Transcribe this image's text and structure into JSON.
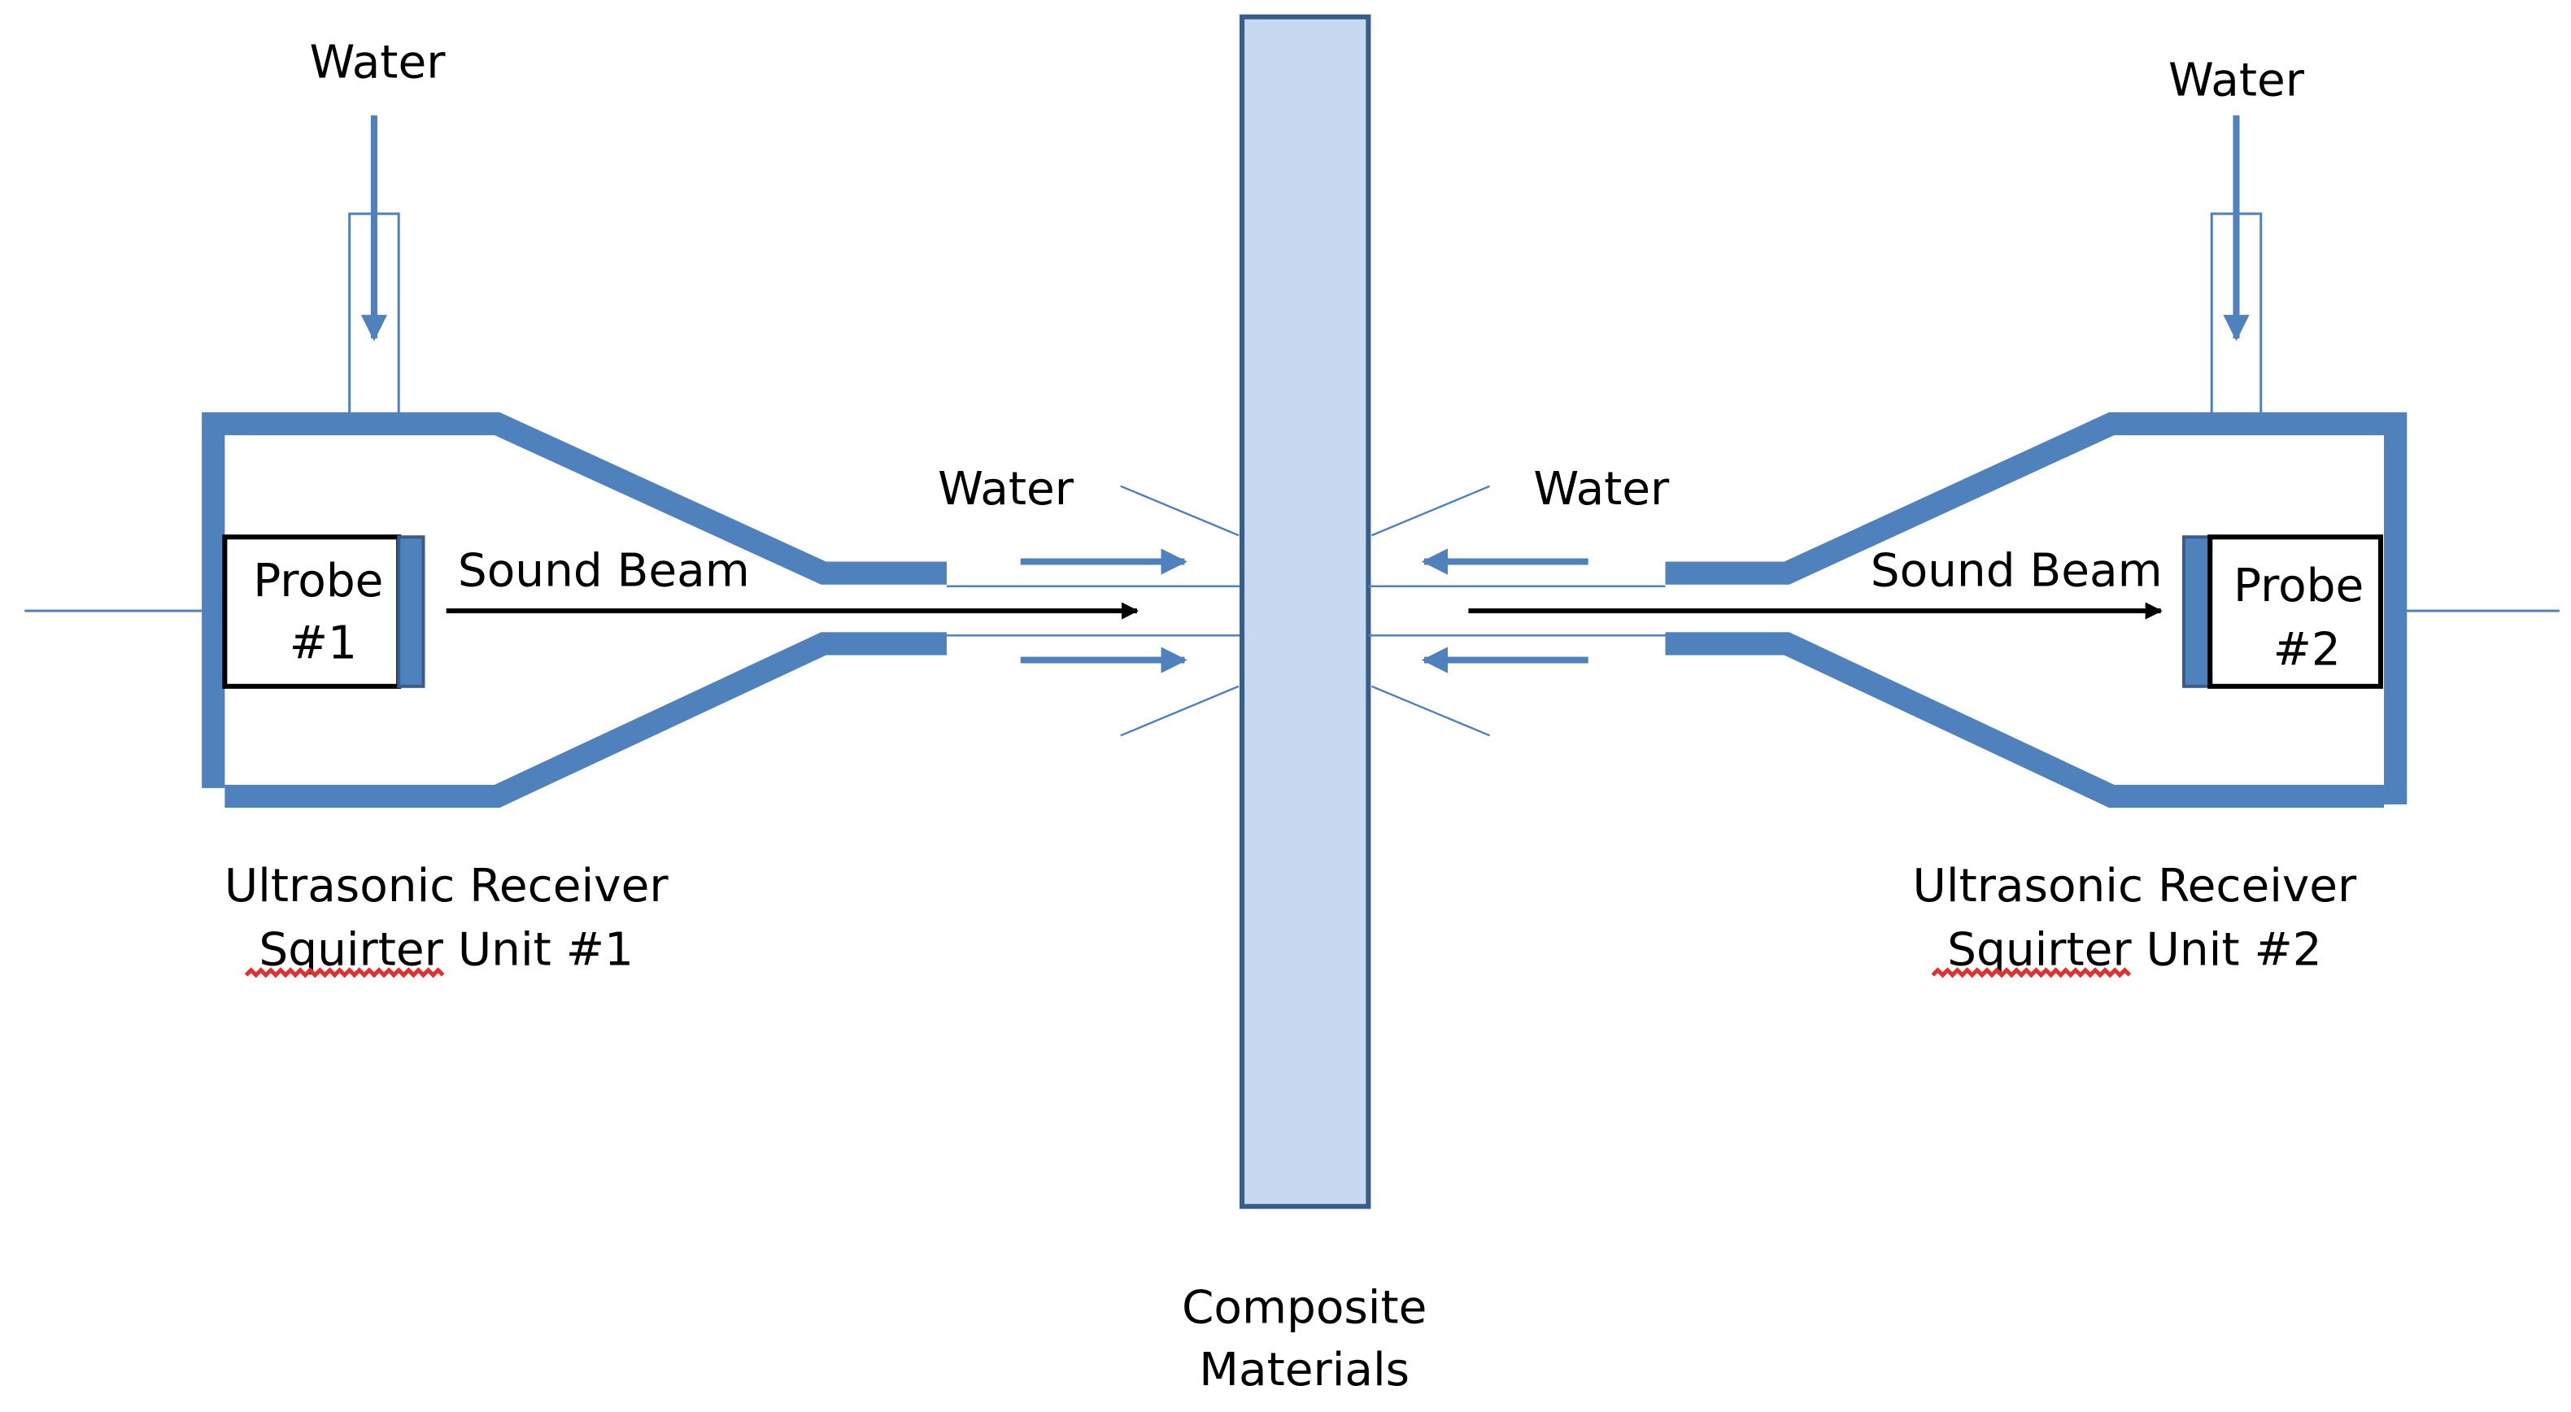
{
  "labels": {
    "water_top_left": "Water",
    "water_top_right": "Water",
    "water_mid_left": "Water",
    "water_mid_right": "Water",
    "probe1_line1": "Probe",
    "probe1_line2": "#1",
    "probe2_line1": "Probe",
    "probe2_line2": "#2",
    "sound_beam_left": "Sound Beam",
    "sound_beam_right": "Sound Beam",
    "unit1_line1": "Ultrasonic Receiver",
    "unit1_line2": "Squirter Unit #1",
    "unit2_line1": "Ultrasonic Receiver",
    "unit2_line2": "Squirter Unit #2",
    "composite_line1": "Composite",
    "composite_line2": "Materials"
  },
  "colors": {
    "squirter_body": "#4f81bd",
    "composite_fill": "#c6d9f0",
    "composite_stroke": "#385d8a",
    "beam_arrow": "#000000",
    "spell_underline": "#e03030"
  }
}
